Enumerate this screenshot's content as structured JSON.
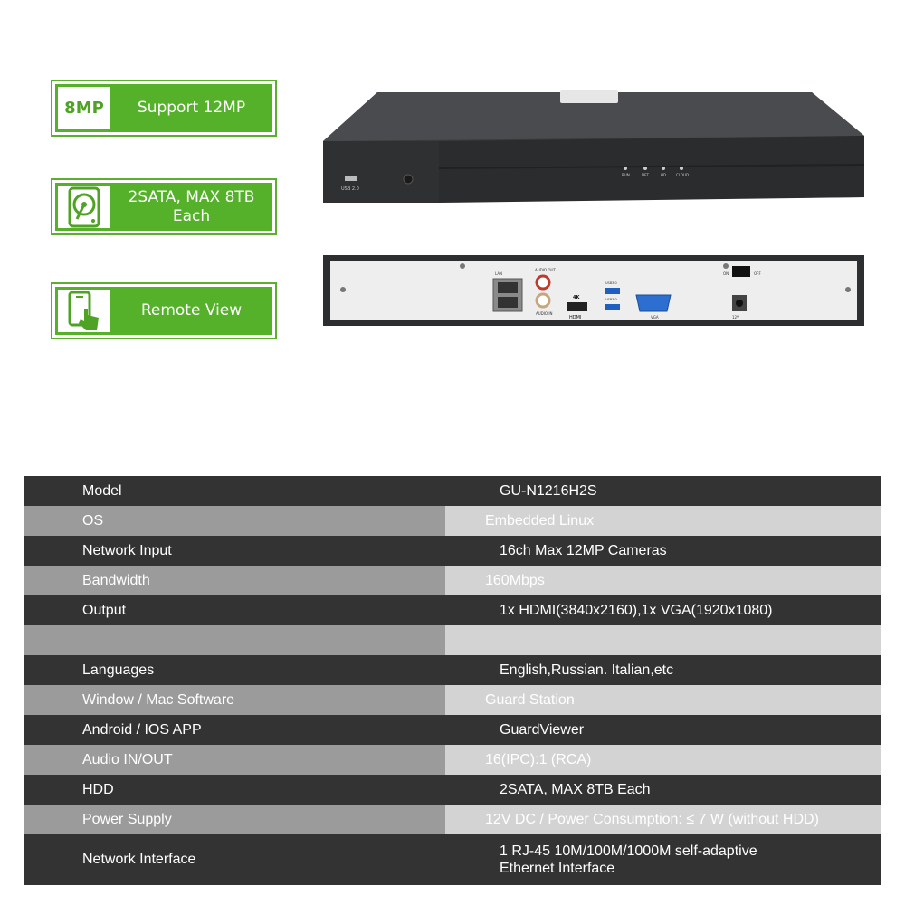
{
  "badges": [
    {
      "lead": "8MP",
      "label_lines": [
        "Support 12MP"
      ],
      "icon": "8mp-text"
    },
    {
      "lead": "",
      "label_lines": [
        "2SATA, MAX 8TB",
        "Each"
      ],
      "icon": "hdd-icon"
    },
    {
      "lead": "",
      "label_lines": [
        "Remote View"
      ],
      "icon": "phone-touch-icon"
    }
  ],
  "device": {
    "front_usb_label": "USB 2.0",
    "front_leds": [
      "RUN",
      "NET",
      "HD",
      "CLOUD"
    ],
    "rear_labels": {
      "lan": "LAN",
      "audio_out": "AUDIO OUT",
      "audio_in": "AUDIO IN",
      "hdmi_4k": "4K",
      "hdmi": "HDMI",
      "usb1": "USB3.0",
      "usb2": "USB3.0",
      "vga": "VGA",
      "power_on": "ON",
      "power_off": "OFF",
      "dc": "12V"
    }
  },
  "specs": [
    {
      "label": "Model",
      "value_lines": [
        "GU-N1216H2S"
      ],
      "style": "dark"
    },
    {
      "label": "OS",
      "value_lines": [
        "Embedded Linux"
      ],
      "style": "light"
    },
    {
      "label": "Network Input",
      "value_lines": [
        "16ch Max 12MP Cameras"
      ],
      "style": "dark"
    },
    {
      "label": "Bandwidth",
      "value_lines": [
        "160Mbps"
      ],
      "style": "light"
    },
    {
      "label": "Output",
      "value_lines": [
        "1x HDMI(3840x2160),1x VGA(1920x1080)"
      ],
      "style": "dark"
    },
    {
      "label": "",
      "value_lines": [
        ""
      ],
      "style": "light"
    },
    {
      "label": "Languages",
      "value_lines": [
        "English,Russian. Italian,etc"
      ],
      "style": "dark"
    },
    {
      "label": "Window / Mac Software",
      "value_lines": [
        "Guard Station"
      ],
      "style": "light"
    },
    {
      "label": "Android / IOS APP",
      "value_lines": [
        "GuardViewer"
      ],
      "style": "dark"
    },
    {
      "label": "Audio IN/OUT",
      "value_lines": [
        "16(IPC):1 (RCA)"
      ],
      "style": "light"
    },
    {
      "label": "HDD",
      "value_lines": [
        "2SATA, MAX 8TB Each"
      ],
      "style": "dark"
    },
    {
      "label": "Power Supply",
      "value_lines": [
        "12V DC / Power Consumption: ≤ 7 W (without HDD)"
      ],
      "style": "light"
    },
    {
      "label": "Network Interface",
      "value_lines": [
        "1 RJ-45 10M/100M/1000M self-adaptive",
        "Ethernet Interface"
      ],
      "style": "dark"
    }
  ]
}
